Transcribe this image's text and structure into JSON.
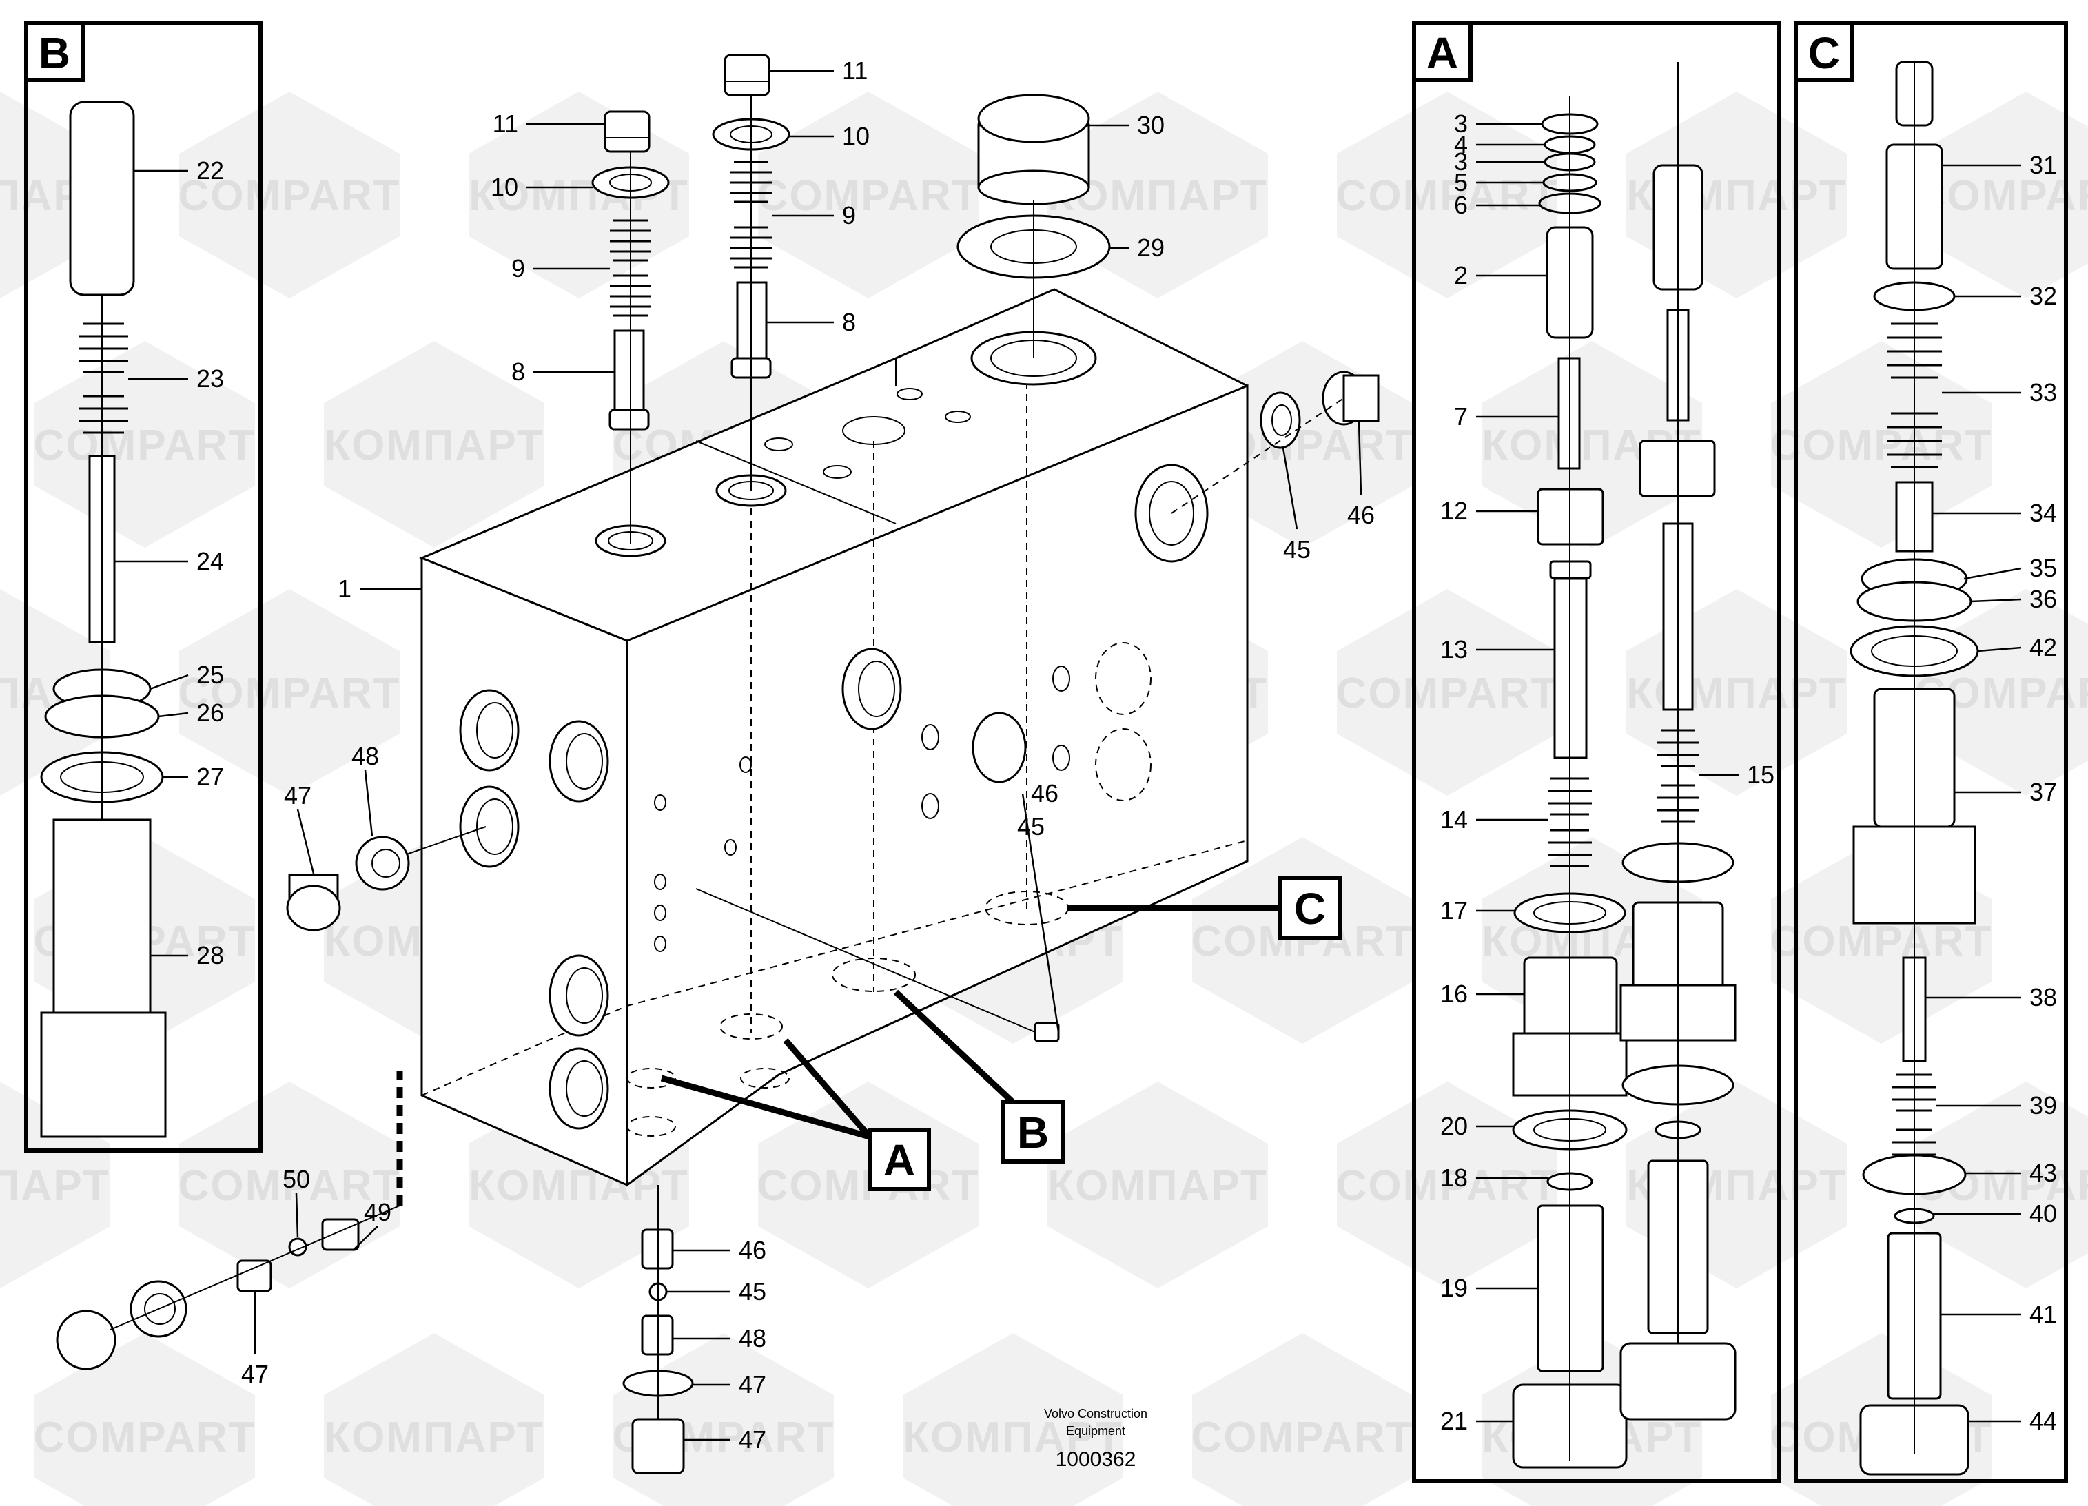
{
  "diagram": {
    "panels": [
      {
        "id": "B",
        "letter": "B"
      },
      {
        "id": "A",
        "letter": "A"
      },
      {
        "id": "C",
        "letter": "C"
      }
    ],
    "callouts": {
      "A": "A",
      "B": "B",
      "C": "C"
    },
    "watermarks": [
      "КОМПАРТ",
      "COMPART"
    ],
    "footer": {
      "maker_line1": "Volvo Construction",
      "maker_line2": "Equipment",
      "doc_number": "1000362"
    },
    "labels": {
      "main": [
        "1",
        "11",
        "10",
        "9",
        "8",
        "11",
        "10",
        "9",
        "8",
        "30",
        "29",
        "45",
        "46",
        "46",
        "45",
        "49",
        "50",
        "47",
        "48",
        "47",
        "45",
        "46",
        "48",
        "47",
        "47"
      ],
      "panel_b": [
        "22",
        "23",
        "24",
        "25",
        "26",
        "27",
        "28"
      ],
      "panel_a": [
        "3",
        "4",
        "3",
        "5",
        "6",
        "2",
        "7",
        "12",
        "13",
        "14",
        "15",
        "17",
        "16",
        "20",
        "18",
        "19",
        "21"
      ],
      "panel_c": [
        "31",
        "32",
        "33",
        "34",
        "35",
        "36",
        "42",
        "37",
        "38",
        "39",
        "43",
        "40",
        "41",
        "44"
      ]
    }
  }
}
